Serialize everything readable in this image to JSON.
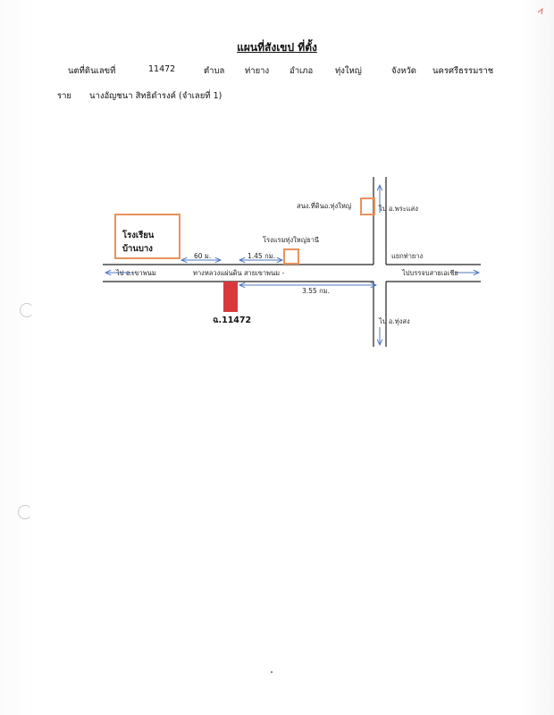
{
  "document": {
    "title": "แผนที่สังเขป  ที่ตั้ง",
    "line1": {
      "label_deed": "นตที่ดินเลขที่",
      "deed_number": "11472",
      "label_subdistrict": "ตำบล",
      "subdistrict": "ท่ายาง",
      "label_district": "อำเภอ",
      "district": "ทุ่งใหญ่",
      "label_province": "จังหวัด",
      "province": "นครศรีธรรมราช"
    },
    "line2": {
      "label_owner": "ราย",
      "owner": "นางอัญชนา  สิทธิดำรงค์ (จำเลยที่ 1)"
    }
  },
  "map": {
    "school_line1": "โรงเรียน",
    "school_line2": "บ้านบาง",
    "police_station": "สนง.ที่ดินอ.ทุ่งใหญ่",
    "hospital": "โรงแรมทุ่งใหญ่ธานี",
    "to_phra_saeng": "ไป อ.พระแสง",
    "junction": "แยกท่ายาง",
    "to_khao_phanom": "ไป อ.เขาพนม",
    "to_asia_highway": "ไปบรรจบสายเอเชีย",
    "to_thung_song": "ไป อ.ทุ่งสง",
    "highway_name": "ทางหลวงแผ่นดิน สายเขาพนม -",
    "dist_60m": "60 ม.",
    "dist_145km": "1.45 กม.",
    "dist_355km": "3.55 กม.",
    "parcel_label": "ฉ.11472",
    "colors": {
      "orange_box": "#e8925a",
      "parcel": "#d9393b",
      "arrow": "#4f79c4",
      "road": "#222222"
    }
  }
}
